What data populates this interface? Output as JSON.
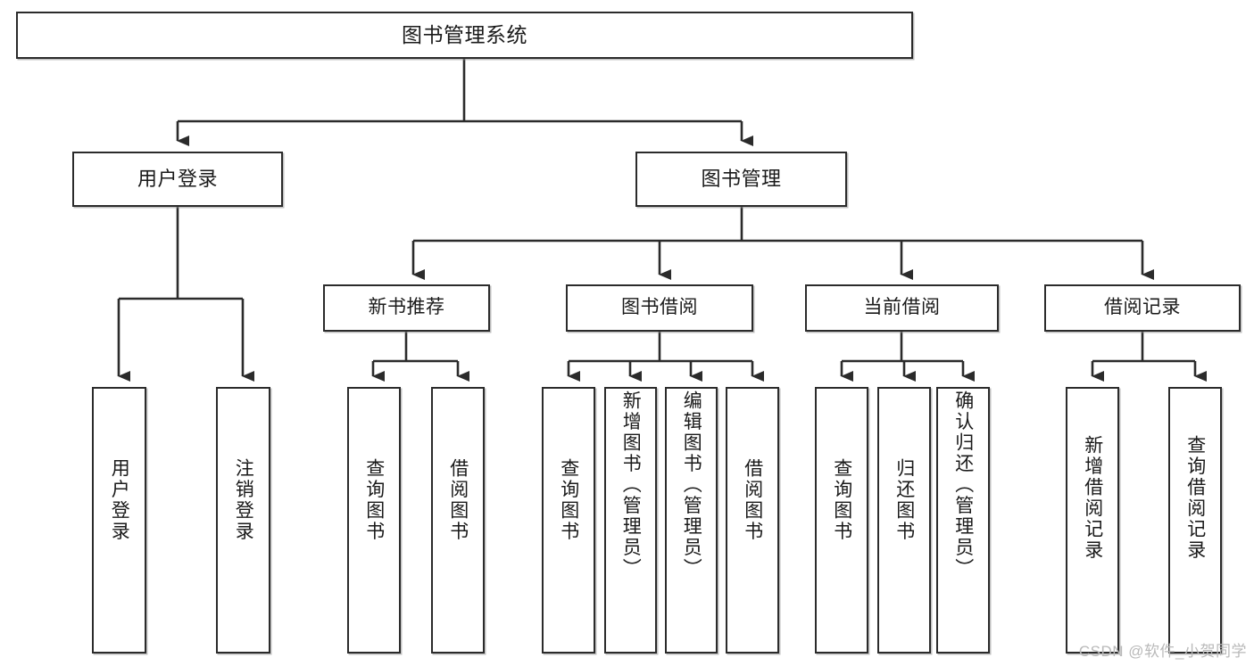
{
  "diagram": {
    "type": "tree-hierarchy-diagram",
    "title": "图书管理系统",
    "watermark": "CSDN @软件_小贺同学",
    "colors": {
      "stroke": "#2b2b2b",
      "fill": "#ffffff",
      "text": "#1a1a1a",
      "watermark": "#b9b9b9",
      "background": "#ffffff"
    },
    "nodes": {
      "root": {
        "label": "图书管理系统"
      },
      "level2": [
        {
          "id": "user-login",
          "label": "用户登录"
        },
        {
          "id": "book-manage",
          "label": "图书管理"
        }
      ],
      "level3": [
        {
          "id": "new-book-recommend",
          "label": "新书推荐"
        },
        {
          "id": "book-borrow",
          "label": "图书借阅"
        },
        {
          "id": "current-borrow",
          "label": "当前借阅"
        },
        {
          "id": "borrow-record",
          "label": "借阅记录"
        }
      ],
      "leaves": {
        "user-login": [
          {
            "id": "leaf-user-login",
            "label": "用户登录"
          },
          {
            "id": "leaf-logout",
            "label": "注销登录"
          }
        ],
        "new-book-recommend": [
          {
            "id": "leaf-query-book-1",
            "label": "查询图书"
          },
          {
            "id": "leaf-borrow-book-1",
            "label": "借阅图书"
          }
        ],
        "book-borrow": [
          {
            "id": "leaf-query-book-2",
            "label": "查询图书"
          },
          {
            "id": "leaf-add-book",
            "label": "新增图书（管理员）"
          },
          {
            "id": "leaf-edit-book",
            "label": "编辑图书（管理员）"
          },
          {
            "id": "leaf-borrow-book-2",
            "label": "借阅图书"
          }
        ],
        "current-borrow": [
          {
            "id": "leaf-query-book-3",
            "label": "查询图书"
          },
          {
            "id": "leaf-return-book",
            "label": "归还图书"
          },
          {
            "id": "leaf-confirm-return",
            "label": "确认归还（管理员）"
          }
        ],
        "borrow-record": [
          {
            "id": "leaf-add-record",
            "label": "新增借阅记录"
          },
          {
            "id": "leaf-query-record",
            "label": "查询借阅记录"
          }
        ]
      }
    }
  }
}
